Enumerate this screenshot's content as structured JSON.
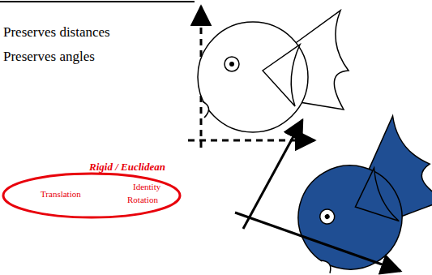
{
  "diagram": {
    "nodes": [
      {
        "text": [
          "Rigid / Euclidean",
          "Translation",
          "Identity",
          "Rotation"
        ]
      }
    ],
    "labels": [
      "Preserves distances",
      "Preserves angles"
    ]
  }
}
